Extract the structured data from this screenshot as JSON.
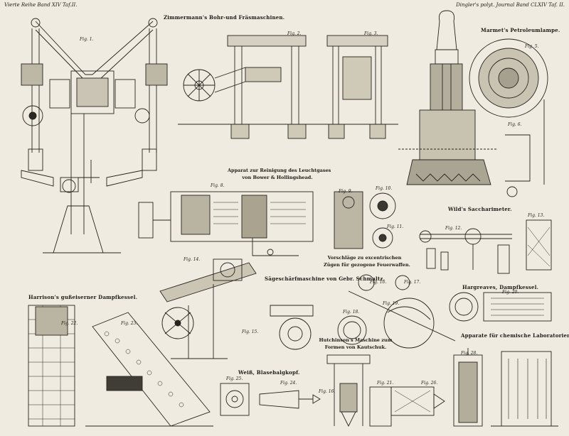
{
  "header": {
    "left": "Vierte Reihe Band XIV Taf.II.",
    "right": "Dingler's polyt. Journal Band CLXIV Taf. II."
  },
  "titles": {
    "zimmermann": "Zimmermann's Bohr-und Fräsmaschinen.",
    "marmet": "Marmet's Petroleumlampe.",
    "gas_1": "Apparat zur Reinigung des Leuchtgases",
    "gas_2": "von Bower & Hollingshead.",
    "wild": "Wild's Saccharimeter.",
    "vorschlaege_1": "Vorschläge zu excentrischen",
    "vorschlaege_2": "Zügen für gezogene Feuerwaffen.",
    "harrison": "Harrison's gußeiserner Dampfkessel.",
    "saege": "Sägeschärfmaschine von Gebr. Schmaltz.",
    "hargreaves": "Hargreaves, Dampfkessel.",
    "labor": "Apparate für chemische Laboratorien",
    "hutchinson_1": "Hutchinson's Maschine zum",
    "hutchinson_2": "Formen von Kautschuk.",
    "weiss": "Weiß, Blasebalgkopf."
  },
  "figure_labels": {
    "fig1": "Fig. 1.",
    "fig2": "Fig. 2.",
    "fig3": "Fig. 3.",
    "fig5": "Fig. 5.",
    "fig6": "Fig. 6.",
    "fig8": "Fig. 8.",
    "fig9": "Fig. 9.",
    "fig10": "Fig. 10.",
    "fig11": "Fig. 11.",
    "fig12": "Fig. 12.",
    "fig13": "Fig. 13.",
    "fig14": "Fig. 14.",
    "fig15": "Fig. 15.",
    "fig16": "Fig. 16.",
    "fig17": "Fig. 17.",
    "fig18": "Fig. 18.",
    "fig19": "Fig. 19.",
    "fig20": "Fig. 20.",
    "fig22": "Fig. 22.",
    "fig23": "Fig. 23.",
    "fig25": "Fig. 25.",
    "fig16b": "Fig. 16.",
    "fig21": "Fig. 21.",
    "fig24": "Fig. 24.",
    "fig26": "Fig. 26.",
    "fig28": "Fig. 28."
  }
}
